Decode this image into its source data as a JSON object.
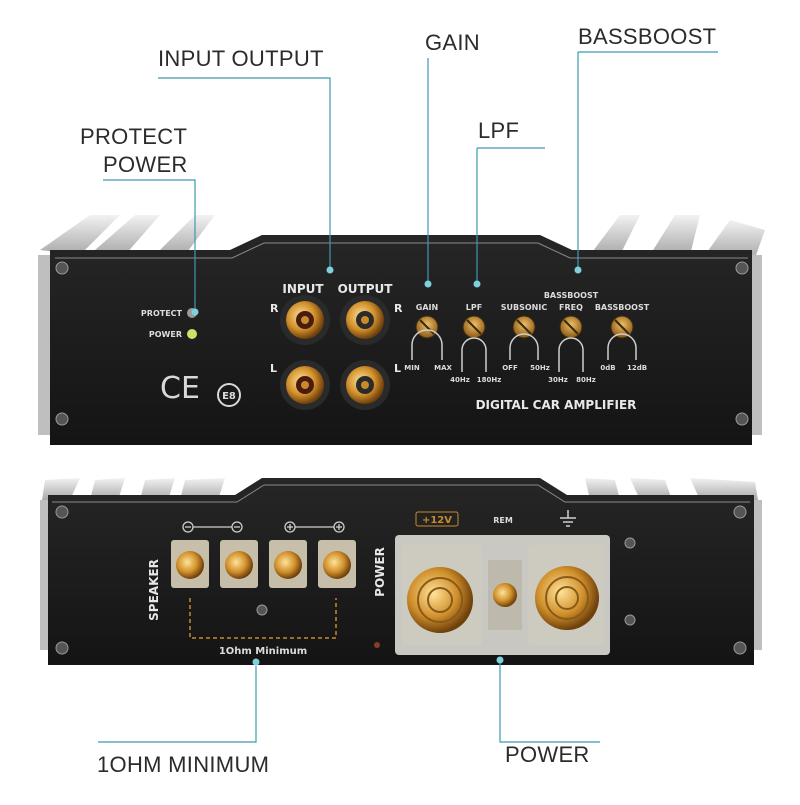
{
  "callouts": {
    "input_output": "INPUT OUTPUT",
    "gain": "GAIN",
    "bassboost": "BASSBOOST",
    "protect": "PROTECT",
    "power_led": "POWER",
    "lpf": "LPF",
    "one_ohm_minimum": "1OHM MINIMUM",
    "power_terminal": "POWER"
  },
  "front_panel": {
    "protect_label": "PROTECT",
    "power_label": "POWER",
    "input_label": "INPUT",
    "output_label": "OUTPUT",
    "r_left": "R",
    "r_right": "R",
    "l_left": "L",
    "l_right": "L",
    "ce_mark": "CE",
    "e_mark": "E8",
    "knobs": {
      "gain": {
        "label": "GAIN",
        "min": "MIN",
        "max": "MAX"
      },
      "lpf": {
        "label": "LPF",
        "min": "40Hz",
        "max": "180Hz"
      },
      "subsonic": {
        "label": "SUBSONIC",
        "min": "OFF",
        "max": "50Hz"
      },
      "freq": {
        "label": "FREQ",
        "min": "30Hz",
        "max": "80Hz"
      },
      "bassboost": {
        "label": "BASSBOOST",
        "min": "0dB",
        "max": "12dB"
      }
    },
    "bassboost_group_label": "BASSBOOST",
    "model_text": "DIGITAL CAR AMPLIFIER"
  },
  "rear_panel": {
    "speaker_label": "SPEAKER",
    "power_label": "POWER",
    "plus_12v": "+12V",
    "rem_label": "REM",
    "minimum_label": "1Ohm Minimum",
    "ground_icon": "ground-icon"
  },
  "colors": {
    "panel": "#1c1c1c",
    "gold": "#c98a2c",
    "callout_line": "#3a9bb0",
    "heatsink": "#d9d9d9"
  }
}
